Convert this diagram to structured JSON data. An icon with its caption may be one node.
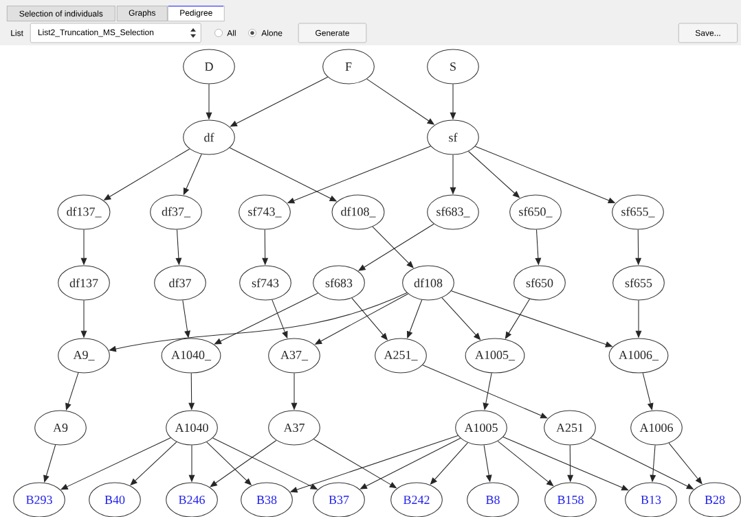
{
  "diagram": {
    "nodes": [
      {
        "text": [
          "D"
        ]
      },
      {
        "text": [
          "F"
        ]
      },
      {
        "text": [
          "S"
        ]
      },
      {
        "text": [
          "df"
        ]
      },
      {
        "text": [
          "sf"
        ]
      },
      {
        "text": [
          "df137_"
        ]
      },
      {
        "text": [
          "df37_"
        ]
      },
      {
        "text": [
          "sf743_"
        ]
      },
      {
        "text": [
          "df108_"
        ]
      },
      {
        "text": [
          "sf683_"
        ]
      },
      {
        "text": [
          "sf650_"
        ]
      },
      {
        "text": [
          "sf655_"
        ]
      },
      {
        "text": [
          "df137"
        ]
      },
      {
        "text": [
          "df37"
        ]
      },
      {
        "text": [
          "sf743"
        ]
      },
      {
        "text": [
          "sf683"
        ]
      },
      {
        "text": [
          "df108"
        ]
      },
      {
        "text": [
          "sf650"
        ]
      },
      {
        "text": [
          "sf655"
        ]
      },
      {
        "text": [
          "A9_"
        ]
      },
      {
        "text": [
          "A1040_"
        ]
      },
      {
        "text": [
          "A37_"
        ]
      },
      {
        "text": [
          "A251_"
        ]
      },
      {
        "text": [
          "A1005_"
        ]
      },
      {
        "text": [
          "A1006_"
        ]
      },
      {
        "text": [
          "A9"
        ]
      },
      {
        "text": [
          "A1040"
        ]
      },
      {
        "text": [
          "A37"
        ]
      },
      {
        "text": [
          "A1005"
        ]
      },
      {
        "text": [
          "A251"
        ]
      },
      {
        "text": [
          "A1006"
        ]
      },
      {
        "text": [
          "B293"
        ]
      },
      {
        "text": [
          "B40"
        ]
      },
      {
        "text": [
          "B246"
        ]
      },
      {
        "text": [
          "B38"
        ]
      },
      {
        "text": [
          "B37"
        ]
      },
      {
        "text": [
          "B242"
        ]
      },
      {
        "text": [
          "B8"
        ]
      },
      {
        "text": [
          "B158"
        ]
      },
      {
        "text": [
          "B13"
        ]
      },
      {
        "text": [
          "B28"
        ]
      }
    ],
    "edges": [
      {
        "from": 0,
        "to": 3,
        "arrow": "to"
      },
      {
        "from": 1,
        "to": 3,
        "arrow": "to"
      },
      {
        "from": 1,
        "to": 4,
        "arrow": "to"
      },
      {
        "from": 2,
        "to": 4,
        "arrow": "to"
      },
      {
        "from": 3,
        "to": 5,
        "arrow": "to"
      },
      {
        "from": 3,
        "to": 6,
        "arrow": "to"
      },
      {
        "from": 3,
        "to": 8,
        "arrow": "to"
      },
      {
        "from": 4,
        "to": 7,
        "arrow": "to"
      },
      {
        "from": 4,
        "to": 9,
        "arrow": "to"
      },
      {
        "from": 4,
        "to": 10,
        "arrow": "to"
      },
      {
        "from": 4,
        "to": 11,
        "arrow": "to"
      },
      {
        "from": 5,
        "to": 12,
        "arrow": "to"
      },
      {
        "from": 6,
        "to": 13,
        "arrow": "to"
      },
      {
        "from": 7,
        "to": 14,
        "arrow": "to"
      },
      {
        "from": 9,
        "to": 15,
        "arrow": "to"
      },
      {
        "from": 8,
        "to": 16,
        "arrow": "to"
      },
      {
        "from": 10,
        "to": 17,
        "arrow": "to"
      },
      {
        "from": 11,
        "to": 18,
        "arrow": "to"
      },
      {
        "from": 12,
        "to": 19,
        "arrow": "to"
      },
      {
        "from": 13,
        "to": 20,
        "arrow": "to"
      },
      {
        "from": 14,
        "to": 21,
        "arrow": "to"
      },
      {
        "from": 15,
        "to": 20,
        "arrow": "to"
      },
      {
        "from": 15,
        "to": 22,
        "arrow": "to"
      },
      {
        "from": 16,
        "to": 19,
        "arrow": "to"
      },
      {
        "from": 16,
        "to": 21,
        "arrow": "to"
      },
      {
        "from": 16,
        "to": 22,
        "arrow": "to"
      },
      {
        "from": 16,
        "to": 23,
        "arrow": "to"
      },
      {
        "from": 16,
        "to": 24,
        "arrow": "to"
      },
      {
        "from": 17,
        "to": 23,
        "arrow": "to"
      },
      {
        "from": 18,
        "to": 24,
        "arrow": "to"
      },
      {
        "from": 19,
        "to": 25,
        "arrow": "to"
      },
      {
        "from": 20,
        "to": 26,
        "arrow": "to"
      },
      {
        "from": 21,
        "to": 27,
        "arrow": "to"
      },
      {
        "from": 22,
        "to": 29,
        "arrow": "to"
      },
      {
        "from": 23,
        "to": 28,
        "arrow": "to"
      },
      {
        "from": 24,
        "to": 30,
        "arrow": "to"
      },
      {
        "from": 25,
        "to": 31,
        "arrow": "to"
      },
      {
        "from": 26,
        "to": 31,
        "arrow": "to"
      },
      {
        "from": 26,
        "to": 32,
        "arrow": "to"
      },
      {
        "from": 26,
        "to": 33,
        "arrow": "to"
      },
      {
        "from": 26,
        "to": 34,
        "arrow": "to"
      },
      {
        "from": 26,
        "to": 35,
        "arrow": "to"
      },
      {
        "from": 27,
        "to": 33,
        "arrow": "to"
      },
      {
        "from": 27,
        "to": 36,
        "arrow": "to"
      },
      {
        "from": 28,
        "to": 34,
        "arrow": "to"
      },
      {
        "from": 28,
        "to": 35,
        "arrow": "to"
      },
      {
        "from": 28,
        "to": 36,
        "arrow": "to"
      },
      {
        "from": 28,
        "to": 37,
        "arrow": "to"
      },
      {
        "from": 28,
        "to": 38,
        "arrow": "to"
      },
      {
        "from": 28,
        "to": 39,
        "arrow": "to"
      },
      {
        "from": 29,
        "to": 38,
        "arrow": "to"
      },
      {
        "from": 29,
        "to": 40,
        "arrow": "to"
      },
      {
        "from": 30,
        "to": 39,
        "arrow": "to"
      },
      {
        "from": 30,
        "to": 40,
        "arrow": "to"
      }
    ],
    "labels": [
      "Selection of individuals",
      "Graphs",
      "Pedigree",
      "List",
      "List2_Truncation_MS_Selection",
      "All",
      "Alone",
      "Generate",
      "Save..."
    ]
  }
}
